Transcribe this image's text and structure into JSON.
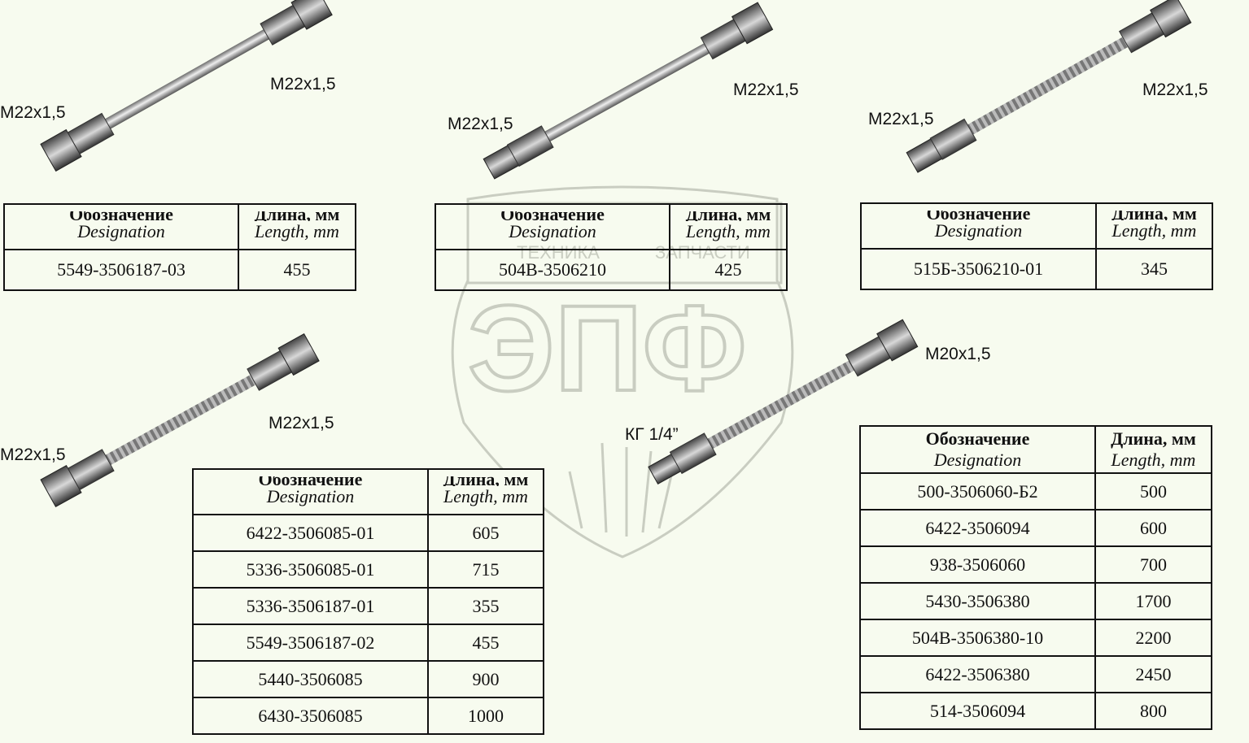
{
  "labels": {
    "a_left": "M22x1,5",
    "a_right": "M22x1,5",
    "b_left": "M22x1,5",
    "b_right": "M22x1,5",
    "c_left": "M22x1,5",
    "c_right": "M22x1,5",
    "d_left": "M22x1,5",
    "d_right": "M22x1,5",
    "e_left": "КГ 1/4”",
    "e_right": "M20x1,5"
  },
  "headers": {
    "designation_ru": "Обозначение",
    "designation_en": "Designation",
    "length_ru": "Длина, мм",
    "length_en": "Length, mm"
  },
  "tables": {
    "t1": [
      {
        "designation": "5549-3506187-03",
        "length": "455"
      }
    ],
    "t2": [
      {
        "designation": "504В-3506210",
        "length": "425"
      }
    ],
    "t3": [
      {
        "designation": "515Б-3506210-01",
        "length": "345"
      }
    ],
    "t4": [
      {
        "designation": "6422-3506085-01",
        "length": "605"
      },
      {
        "designation": "5336-3506085-01",
        "length": "715"
      },
      {
        "designation": "5336-3506187-01",
        "length": "355"
      },
      {
        "designation": "5549-3506187-02",
        "length": "455"
      },
      {
        "designation": "5440-3506085",
        "length": "900"
      },
      {
        "designation": "6430-3506085",
        "length": "1000"
      }
    ],
    "t5": [
      {
        "designation": "500-3506060-Б2",
        "length": "500"
      },
      {
        "designation": "6422-3506094",
        "length": "600"
      },
      {
        "designation": "938-3506060",
        "length": "700"
      },
      {
        "designation": "5430-3506380",
        "length": "1700"
      },
      {
        "designation": "504В-3506380-10",
        "length": "2200"
      },
      {
        "designation": "6422-3506380",
        "length": "2450"
      },
      {
        "designation": "514-3506094",
        "length": "800"
      }
    ]
  },
  "watermark": {
    "letters": "ЭПФ",
    "top_left": "ТЕХНИКА",
    "top_right": "ЗАПЧАСТИ"
  }
}
